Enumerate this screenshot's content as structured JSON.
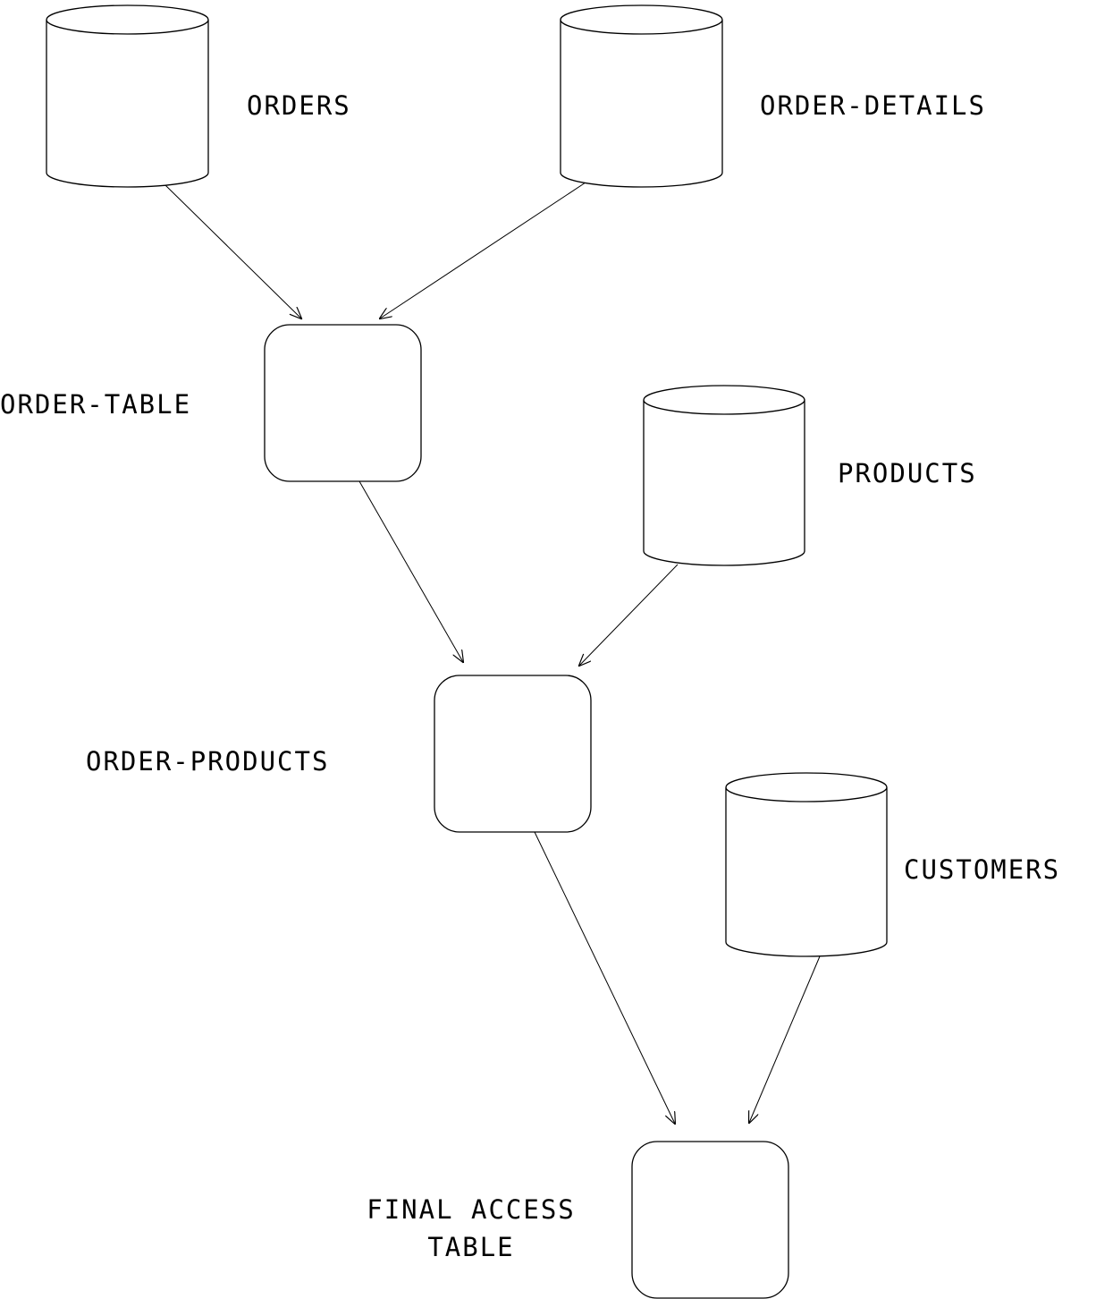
{
  "diagram": {
    "nodes": [
      {
        "id": "orders",
        "shape": "database",
        "label": "ORDERS"
      },
      {
        "id": "order-details",
        "shape": "database",
        "label": "ORDER-DETAILS"
      },
      {
        "id": "order-table",
        "shape": "rounded-box",
        "label": "ORDER-TABLE"
      },
      {
        "id": "products",
        "shape": "database",
        "label": "PRODUCTS"
      },
      {
        "id": "order-products",
        "shape": "rounded-box",
        "label": "ORDER-PRODUCTS"
      },
      {
        "id": "customers",
        "shape": "database",
        "label": "CUSTOMERS"
      },
      {
        "id": "final-access-table",
        "shape": "rounded-box",
        "label_lines": [
          "FINAL ACCESS",
          "TABLE"
        ]
      }
    ],
    "edges": [
      {
        "from": "orders",
        "to": "order-table"
      },
      {
        "from": "order-details",
        "to": "order-table"
      },
      {
        "from": "order-table",
        "to": "order-products"
      },
      {
        "from": "products",
        "to": "order-products"
      },
      {
        "from": "order-products",
        "to": "final-access-table"
      },
      {
        "from": "customers",
        "to": "final-access-table"
      }
    ],
    "colors": {
      "stroke": "#000000",
      "background": "#ffffff"
    }
  }
}
